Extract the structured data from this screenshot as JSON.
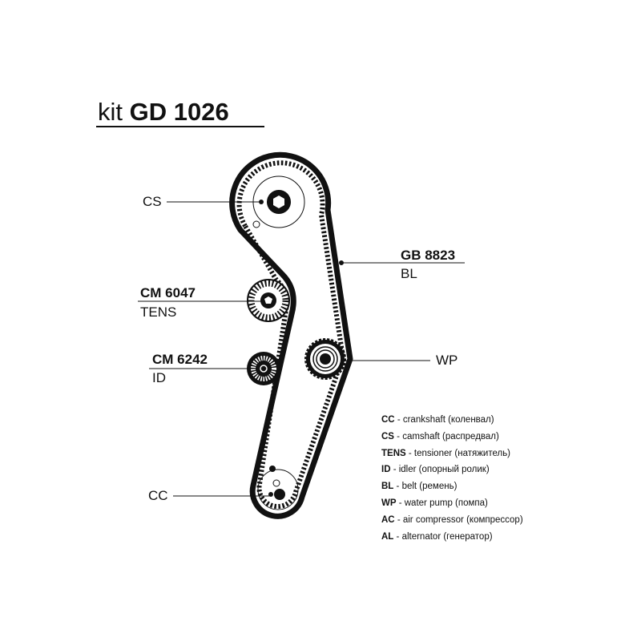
{
  "title": {
    "prefix": "kit",
    "code": "GD 1026"
  },
  "labels": {
    "cs": "CS",
    "belt_code": "GB 8823",
    "belt_type": "BL",
    "tens_code": "CM 6047",
    "tens_type": "TENS",
    "idler_code": "CM 6242",
    "idler_type": "ID",
    "wp": "WP",
    "cc": "CC"
  },
  "legend": [
    {
      "abbr": "CC",
      "text": " - crankshaft (коленвал)"
    },
    {
      "abbr": "CS",
      "text": " - camshaft (распредвал)"
    },
    {
      "abbr": "TENS",
      "text": " - tensioner (натяжитель)"
    },
    {
      "abbr": "ID",
      "text": " - idler (опорный ролик)"
    },
    {
      "abbr": "BL",
      "text": " - belt (ремень)"
    },
    {
      "abbr": "WP",
      "text": " - water pump (помпа)"
    },
    {
      "abbr": "AC",
      "text": " - air compressor (компрессор)"
    },
    {
      "abbr": "AL",
      "text": " - alternator (генератор)"
    }
  ]
}
